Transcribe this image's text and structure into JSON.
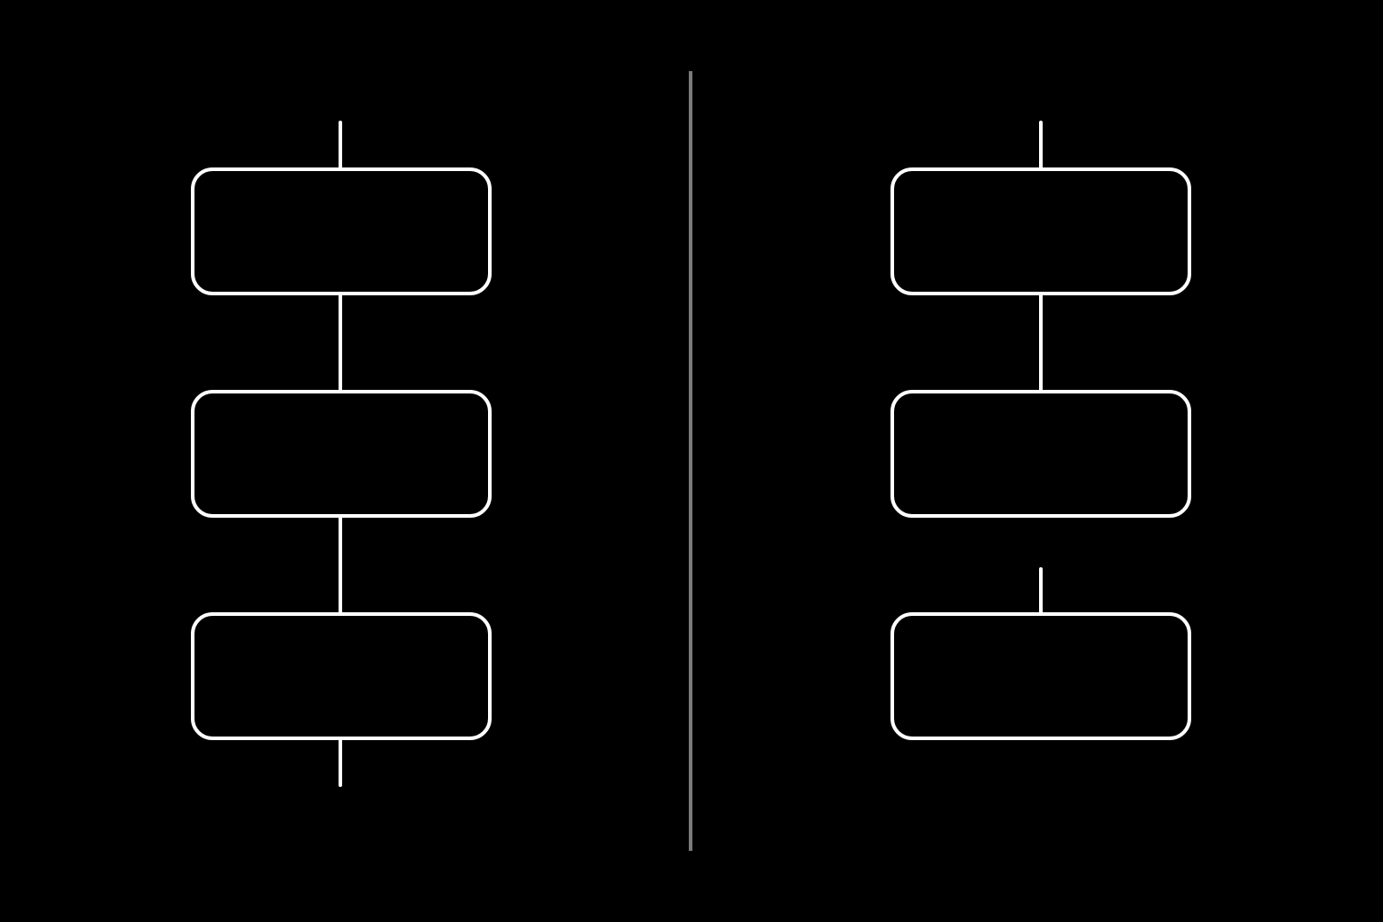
{
  "diagram": {
    "theme": {
      "background": "#000000",
      "stroke": "#ffffff",
      "divider": "#7a7a7a"
    },
    "panels": [
      {
        "id": "left",
        "boxes": 3,
        "connectors": [
          "lead-in",
          "box1-box2",
          "box2-box3",
          "lead-out"
        ]
      },
      {
        "id": "right",
        "boxes": 3,
        "connectors": [
          "lead-in",
          "box1-box2",
          "stub-above-box3"
        ]
      }
    ]
  }
}
